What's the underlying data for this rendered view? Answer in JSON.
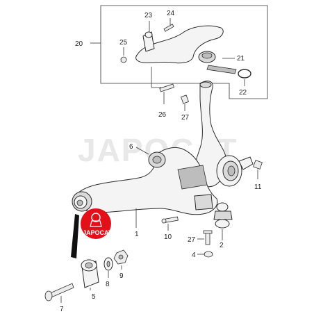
{
  "watermark": {
    "text": "JAPOCAT"
  },
  "logo": {
    "text": "JAPOCAT",
    "color": "#e3101a"
  },
  "callouts": {
    "c1": "1",
    "c2": "2",
    "c4": "4",
    "c5": "5",
    "c6": "6",
    "c7": "7",
    "c8": "8",
    "c9": "9",
    "c10": "10",
    "c11": "11",
    "c20": "20",
    "c21": "21",
    "c22": "22",
    "c23": "23",
    "c24": "24",
    "c25": "25",
    "c26": "26",
    "c27a": "27",
    "c27b": "27"
  }
}
